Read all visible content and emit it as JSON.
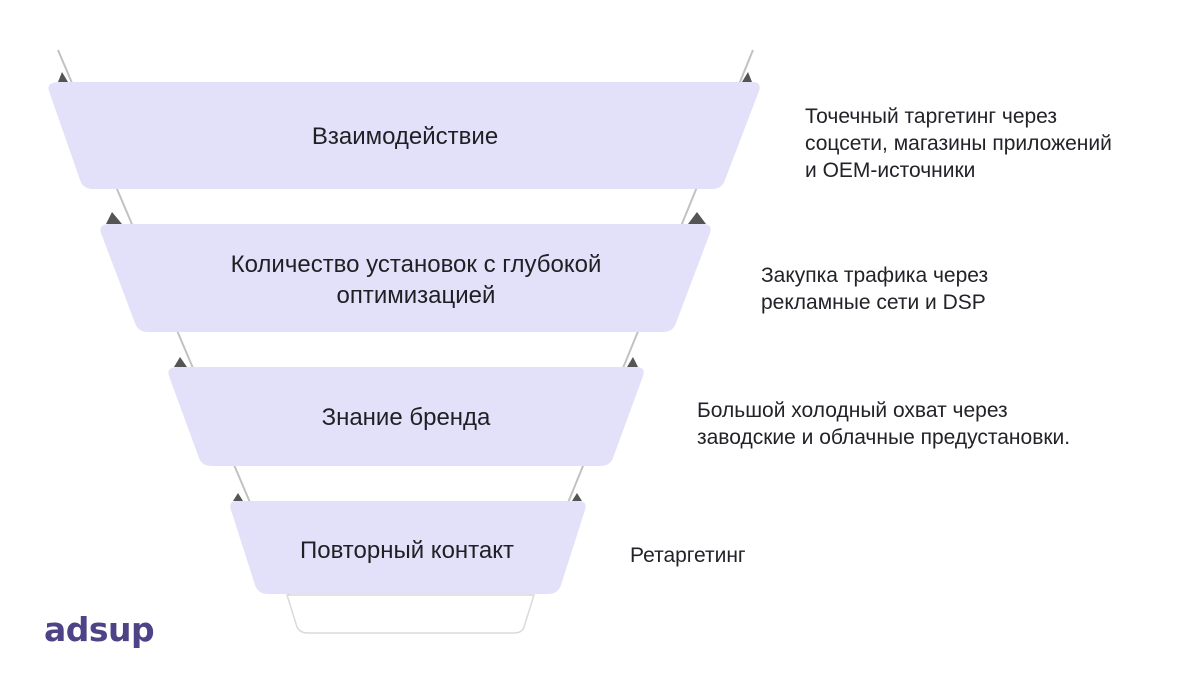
{
  "funnel": {
    "stages": [
      {
        "label": "Взаимодействие",
        "description": "Точечный таргетинг через\nсоцсети, магазины приложений\nи OEM-источники"
      },
      {
        "label": "Количество установок с глубокой\nоптимизацией",
        "description": "Закупка трафика через\nрекламные сети и DSP"
      },
      {
        "label": "Знание бренда",
        "description": "Большой холодный охват через\nзаводские и облачные предустановки."
      },
      {
        "label": "Повторный контакт",
        "description": "Ретаргетинг"
      }
    ]
  },
  "colors": {
    "stage_fill": "#e3e0f9",
    "wall": "#c2c2c2",
    "shadow": "#404040",
    "brand": "#4d4386"
  },
  "brand": {
    "logo_text": "adsup"
  }
}
